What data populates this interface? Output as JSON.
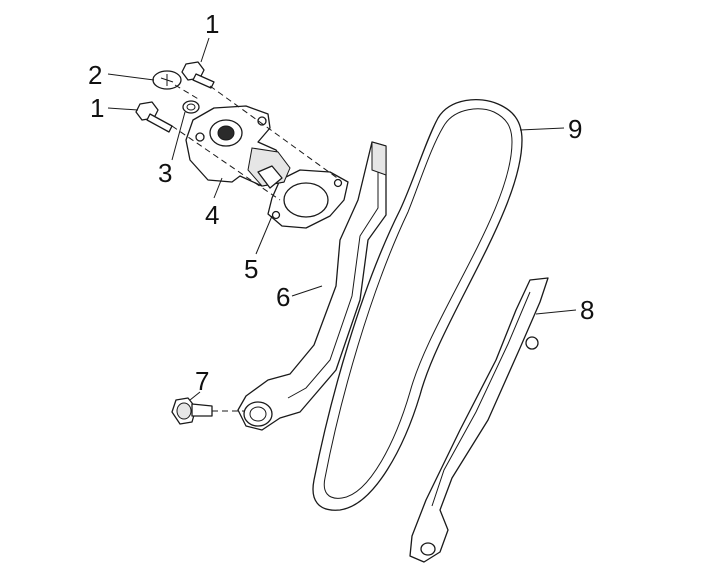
{
  "callouts": {
    "c1a": "1",
    "c1b": "1",
    "c2": "2",
    "c3": "3",
    "c4": "4",
    "c5": "5",
    "c6": "6",
    "c7": "7",
    "c8": "8",
    "c9": "9"
  },
  "colors": {
    "line": "#1a1a1a",
    "background": "#ffffff"
  }
}
